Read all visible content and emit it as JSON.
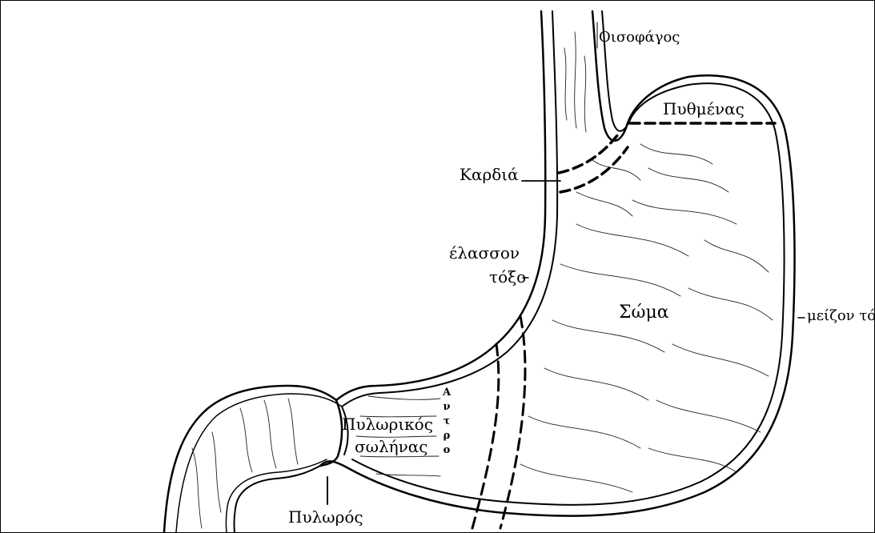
{
  "labels": {
    "esophagus": "Οισοφάγος",
    "fundus": "Πυθμένας",
    "cardia": "Καρδιά",
    "lesser_curvature_line1": "έλασσον",
    "lesser_curvature_line2": "τόξο",
    "body": "Σώμα",
    "greater_curvature": "μείζον τόξο",
    "pyloric_canal_line1": "Πυλωρικός",
    "pyloric_canal_line2": "σωλήνας",
    "pylorus": "Πυλωρός",
    "antrum_letters": [
      "Α",
      "ν",
      "τ",
      "ρ",
      "ο"
    ]
  },
  "colors": {
    "ink": "#000000",
    "background": "#ffffff"
  }
}
